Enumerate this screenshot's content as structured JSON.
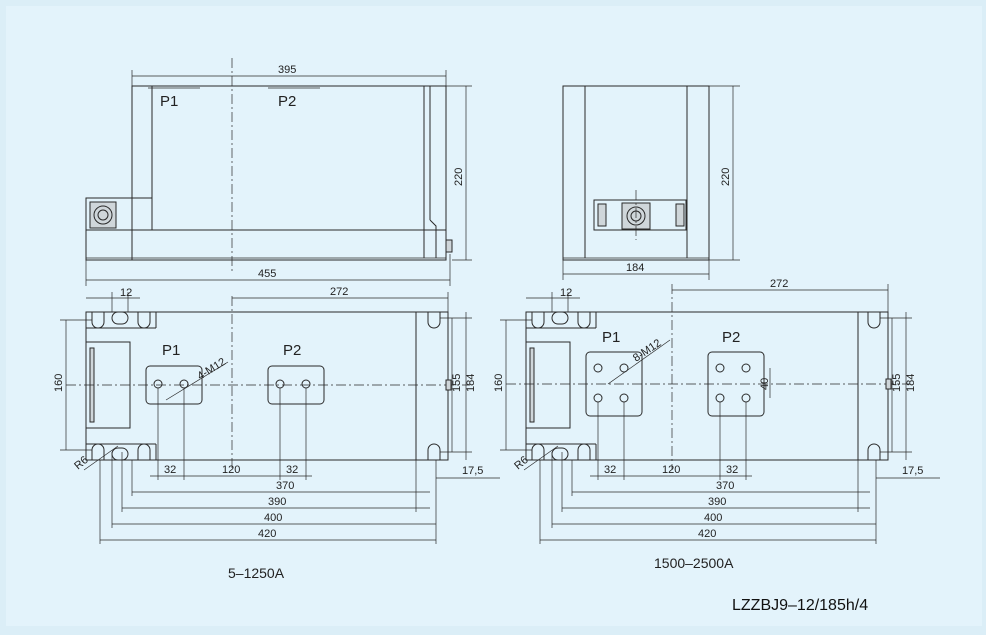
{
  "top_left_view": {
    "width_top": "395",
    "width_bottom": "455",
    "height": "220",
    "terminal_labels": [
      "P1",
      "P2"
    ]
  },
  "top_right_view": {
    "width": "184",
    "height": "220"
  },
  "plan_small": {
    "dim_12": "12",
    "dim_272": "272",
    "dim_160": "160",
    "dim_155": "155",
    "dim_184": "184",
    "terminal_labels": [
      "P1",
      "P2"
    ],
    "bolt_note": "4-M12",
    "radius_note": "R6",
    "dim_32a": "32",
    "dim_120": "120",
    "dim_32b": "32",
    "dim_17_5": "17,5",
    "dim_370": "370",
    "dim_390": "390",
    "dim_400": "400",
    "dim_420": "420",
    "caption": "5–1250A"
  },
  "plan_large": {
    "dim_12": "12",
    "dim_272": "272",
    "dim_160": "160",
    "dim_155": "155",
    "dim_184": "184",
    "dim_40": "40",
    "terminal_labels": [
      "P1",
      "P2"
    ],
    "bolt_note": "8-M12",
    "radius_note": "R6",
    "dim_32a": "32",
    "dim_120": "120",
    "dim_32b": "32",
    "dim_17_5": "17,5",
    "dim_370": "370",
    "dim_390": "390",
    "dim_400": "400",
    "dim_420": "420",
    "caption": "1500–2500A"
  },
  "model_code": "LZZBJ9–12/185h/4",
  "colors": {
    "background": "#e3f3fb",
    "line": "#2a2a2a",
    "housing": "#cfd6da"
  }
}
